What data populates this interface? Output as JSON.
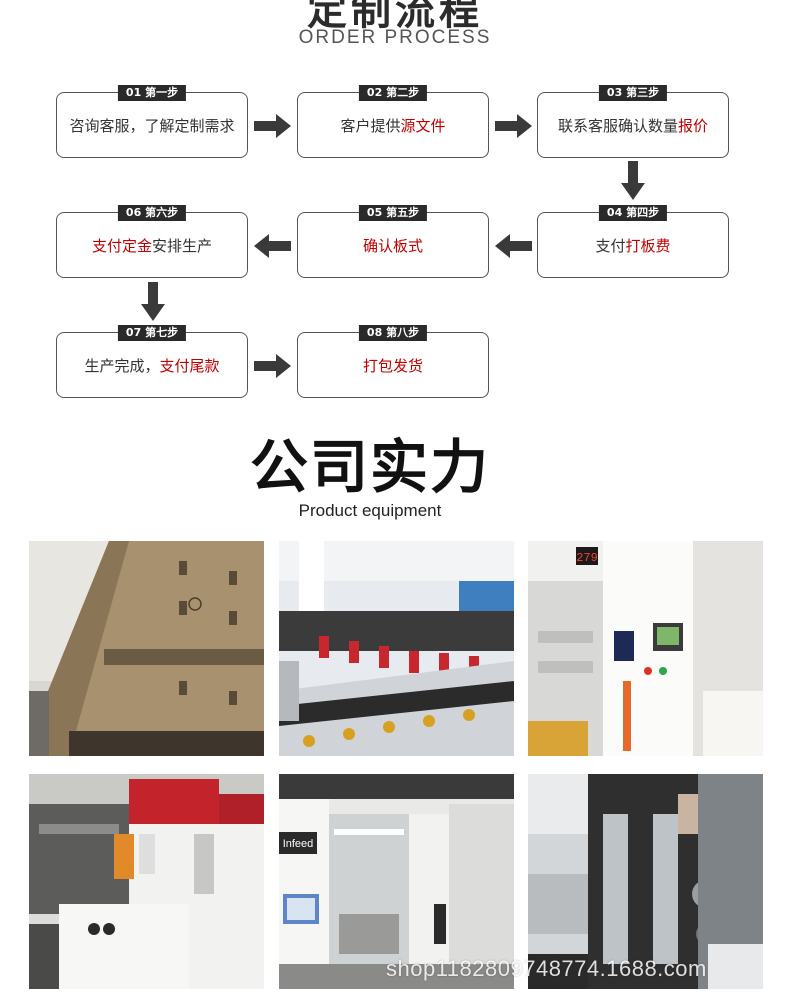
{
  "header": {
    "title_cn": "定制流程",
    "title_en": "ORDER PROCESS"
  },
  "steps": [
    {
      "tag": "01 第一步",
      "text_plain": "咨询客服，了解定制需求",
      "text_red": ""
    },
    {
      "tag": "02 第二步",
      "text_plain": "客户提供",
      "text_red": "源文件"
    },
    {
      "tag": "03 第三步",
      "text_plain": "联系客服确认数量",
      "text_red": "报价"
    },
    {
      "tag": "04 第四步",
      "text_plain": "支付",
      "text_red": "打板费"
    },
    {
      "tag": "05 第五步",
      "text_plain": "",
      "text_red": "确认板式"
    },
    {
      "tag": "06 第六步",
      "text_red": "支付定金",
      "text_plain": "安排生产"
    },
    {
      "tag": "07 第七步",
      "text_plain": "生产完成，",
      "text_red": "支付尾款"
    },
    {
      "tag": "08 第八步",
      "text_plain": "",
      "text_red": "打包发货"
    }
  ],
  "strength": {
    "title_cn": "公司实力",
    "title_en": "Product equipment"
  },
  "photos": [
    {
      "name": "factory-building-photo",
      "badge": ""
    },
    {
      "name": "bag-machine-line-photo",
      "badge": ""
    },
    {
      "name": "printing-machine-panel-photo",
      "badge": "279"
    },
    {
      "name": "red-printing-machine-photo",
      "badge": ""
    },
    {
      "name": "infeed-machine-photo",
      "badge": "Infeed"
    },
    {
      "name": "film-machine-photo",
      "badge": ""
    }
  ],
  "watermark": "shop1182809748774.1688.com",
  "colors": {
    "accent_red": "#c00000",
    "tag_bg": "#2a2a2a",
    "arrow": "#3a3a3a"
  }
}
